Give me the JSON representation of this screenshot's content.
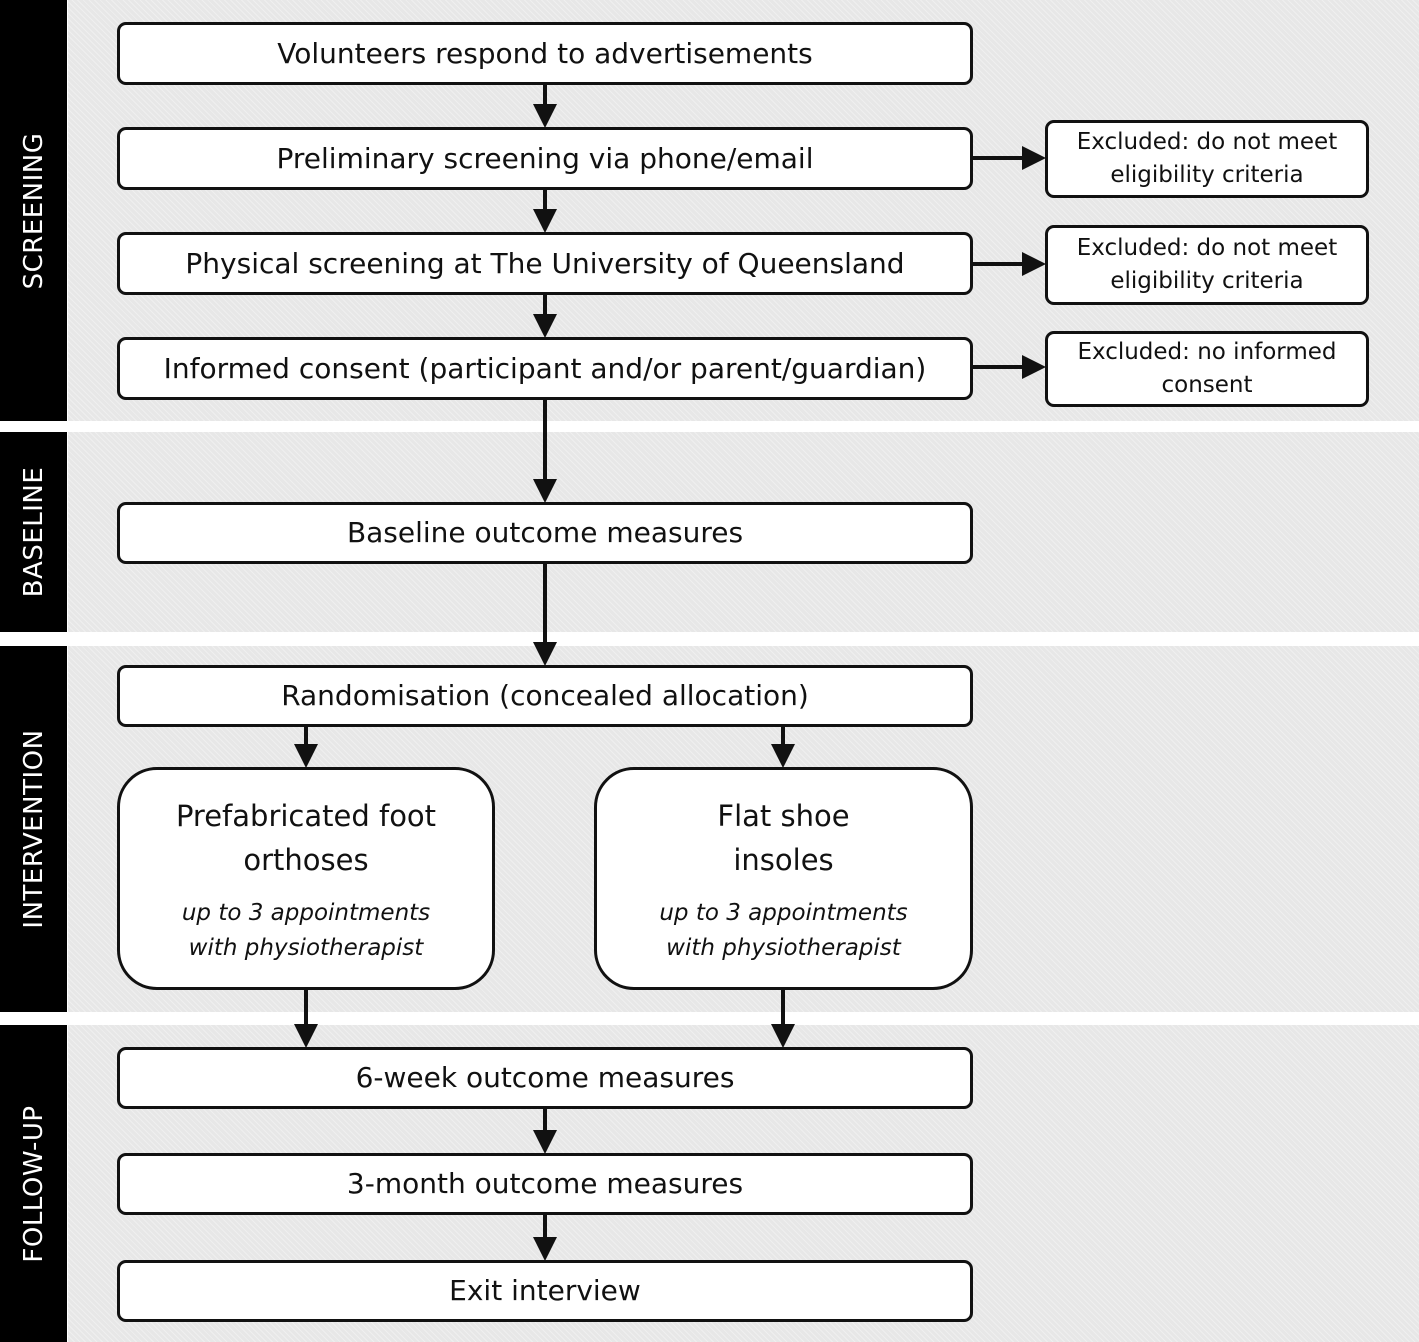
{
  "stages": {
    "screening": "SCREENING",
    "baseline": "BASELINE",
    "intervention": "INTERVENTION",
    "followup": "FOLLOW-UP"
  },
  "steps": {
    "volunteers": "Volunteers respond to advertisements",
    "preliminary": "Preliminary screening via phone/email",
    "physical": "Physical screening at The University of Queensland",
    "consent": "Informed consent (participant and/or parent/guardian)",
    "baseline": "Baseline outcome measures",
    "randomisation": "Randomisation (concealed allocation)",
    "six_week": "6-week outcome measures",
    "three_month": "3-month outcome measures",
    "exit": "Exit interview"
  },
  "exclusions": {
    "preliminary": [
      "Excluded: do not meet",
      "eligibility criteria"
    ],
    "physical": [
      "Excluded: do not meet",
      "eligibility criteria"
    ],
    "consent": [
      "Excluded: no informed",
      "consent"
    ]
  },
  "arms": {
    "left": {
      "title": [
        "Prefabricated foot",
        "orthoses"
      ],
      "detail": [
        "up to 3 appointments",
        "with physiotherapist"
      ]
    },
    "right": {
      "title": [
        "Flat shoe",
        "insoles"
      ],
      "detail": [
        "up to 3 appointments",
        "with physiotherapist"
      ]
    }
  }
}
